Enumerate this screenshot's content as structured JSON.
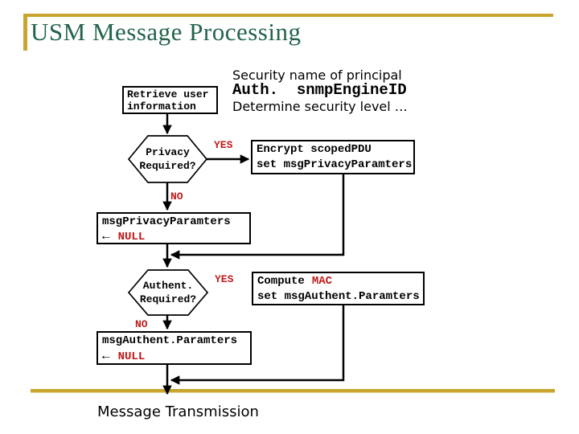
{
  "slide": {
    "title": "USM Message Processing",
    "notes": {
      "line1": "Security name of principal",
      "line2": "Auth.  snmpEngineID",
      "line3": "Determine security level …"
    },
    "flow": {
      "retrieve": {
        "l1": "Retrieve user",
        "l2": "information"
      },
      "privacy_q": {
        "l1": "Privacy",
        "l2": "Required?"
      },
      "yes1": "YES",
      "no1": "NO",
      "encrypt": {
        "l1": "Encrypt scopedPDU",
        "l2": "set msgPrivacyParamters"
      },
      "privacy_null": {
        "l1": "msgPrivacyParamters",
        "arrow": "←",
        "val": "NULL"
      },
      "authent_q": {
        "l1": "Authent.",
        "l2": "Required?"
      },
      "yes2": "YES",
      "no2": "NO",
      "compute": {
        "l1a": "Compute",
        "l1b": "MAC",
        "l2": "set msgAuthent.Paramters"
      },
      "authent_null": {
        "l1": "msgAuthent.Paramters",
        "arrow": "←",
        "val": "NULL"
      },
      "end": "Message Transmission"
    },
    "colors": {
      "title_green": "#23644B",
      "accent_gold": "#C9A42F",
      "highlight_red": "#C01A1A",
      "line_black": "#000000"
    }
  }
}
